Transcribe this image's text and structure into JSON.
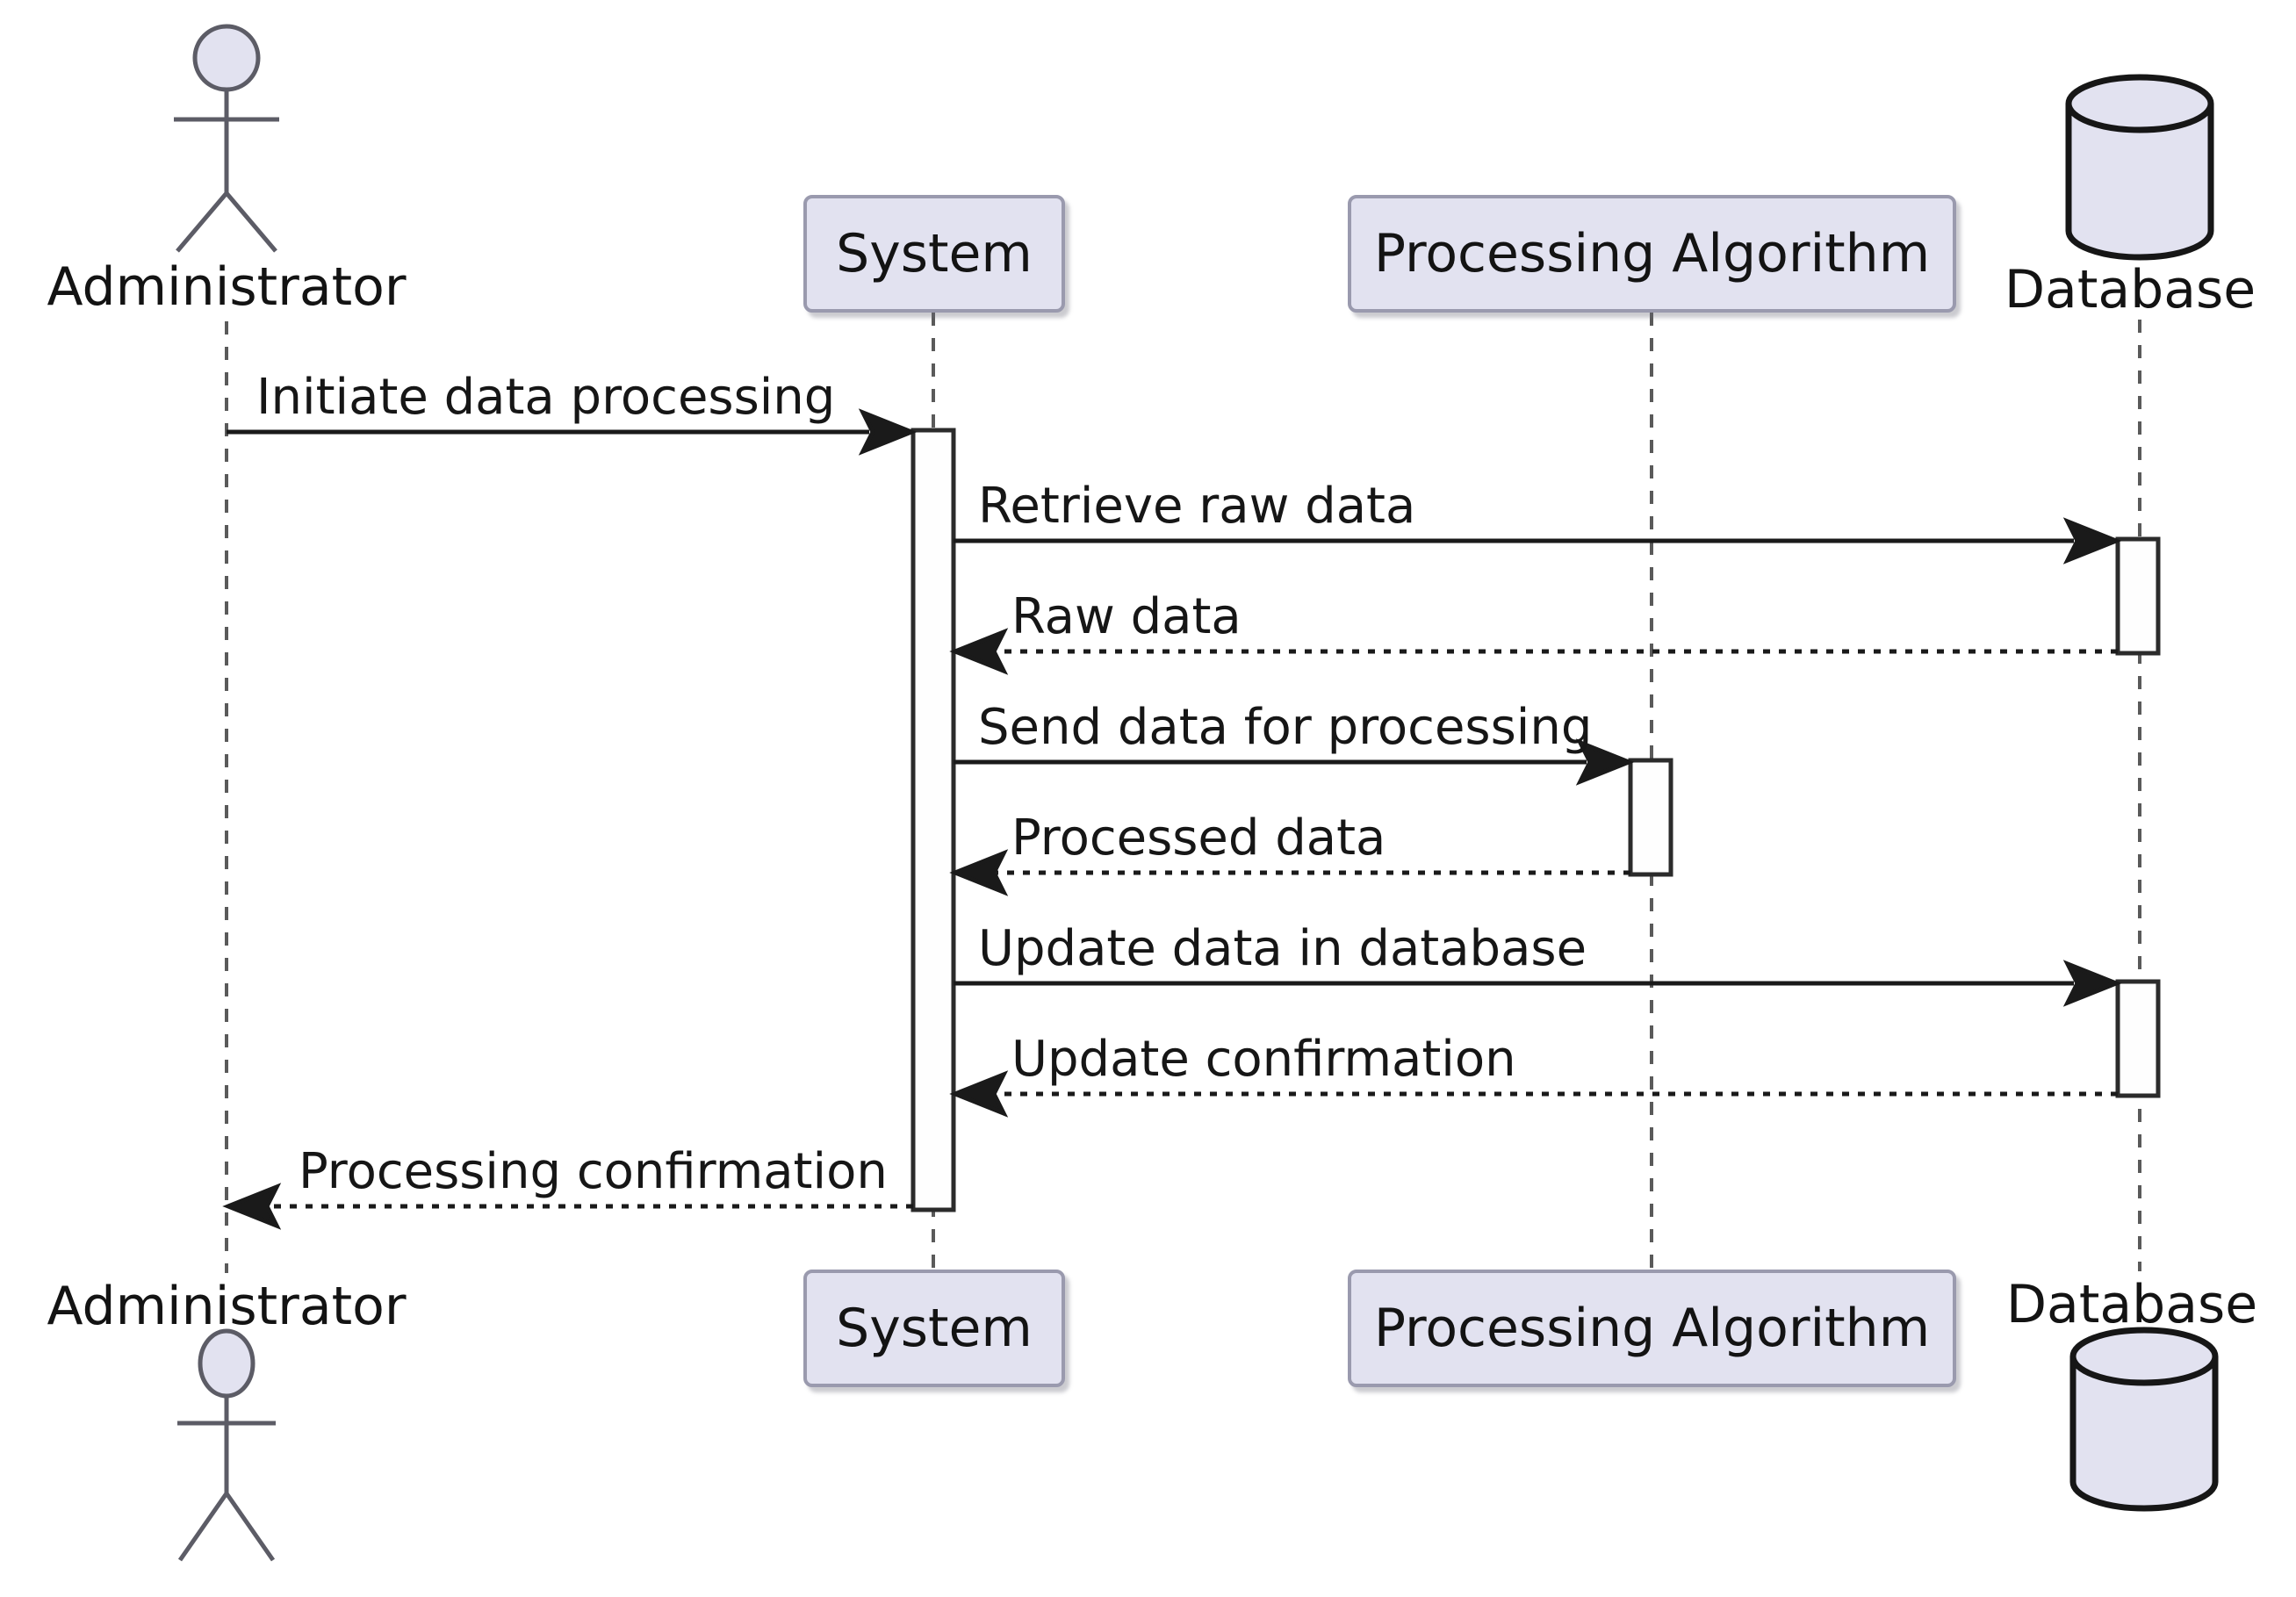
{
  "diagram_type": "uml-sequence-diagram",
  "participants": [
    {
      "id": "administrator",
      "label": "Administrator",
      "kind": "actor",
      "icon": "stick-figure-actor-icon"
    },
    {
      "id": "system",
      "label": "System",
      "kind": "participant",
      "icon": "rectangle-participant"
    },
    {
      "id": "processing-algorithm",
      "label": "Processing Algorithm",
      "kind": "participant",
      "icon": "rectangle-participant"
    },
    {
      "id": "database",
      "label": "Database",
      "kind": "database",
      "icon": "database-cylinder-icon"
    }
  ],
  "messages": [
    {
      "from": "Administrator",
      "to": "System",
      "label": "Initiate data processing",
      "line": "solid"
    },
    {
      "from": "System",
      "to": "Database",
      "label": "Retrieve raw data",
      "line": "solid"
    },
    {
      "from": "Database",
      "to": "System",
      "label": "Raw data",
      "line": "dashed"
    },
    {
      "from": "System",
      "to": "Processing Algorithm",
      "label": "Send data for processing",
      "line": "solid"
    },
    {
      "from": "Processing Algorithm",
      "to": "System",
      "label": "Processed data",
      "line": "dashed"
    },
    {
      "from": "System",
      "to": "Database",
      "label": "Update data in database",
      "line": "solid"
    },
    {
      "from": "Database",
      "to": "System",
      "label": "Update confirmation",
      "line": "dashed"
    },
    {
      "from": "System",
      "to": "Administrator",
      "label": "Processing confirmation",
      "line": "dashed"
    }
  ],
  "activations": [
    {
      "participant": "System",
      "from_message": "Initiate data processing",
      "to_message": "Processing confirmation"
    },
    {
      "participant": "Database",
      "from_message": "Retrieve raw data",
      "to_message": "Raw data"
    },
    {
      "participant": "Processing Algorithm",
      "from_message": "Send data for processing",
      "to_message": "Processed data"
    },
    {
      "participant": "Database",
      "from_message": "Update data in database",
      "to_message": "Update confirmation"
    }
  ],
  "colors": {
    "background": "#FFFFFF",
    "participant_fill": "#E2E2F0",
    "participant_border": "#9A9AAE",
    "actor_line": "#5C5C66",
    "lifeline": "#5A5A5A",
    "message_line": "#1A1A1A",
    "activation_fill": "#FEFEFE",
    "activation_border": "#2B2B2B",
    "cylinder_border": "#161616",
    "text": "#131313"
  }
}
